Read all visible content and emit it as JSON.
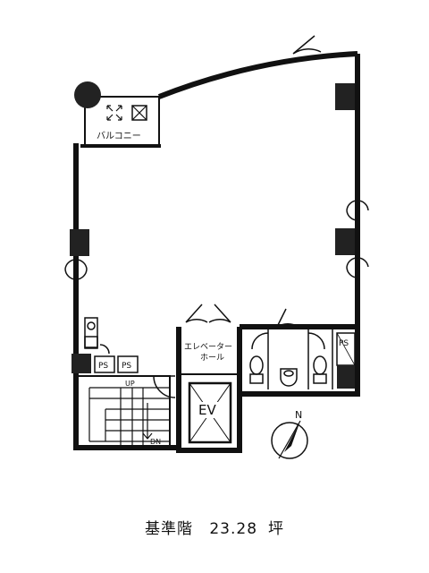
{
  "plan": {
    "labels": {
      "balcony": "バルコニー",
      "elevator_hall_line1": "エレベーター",
      "elevator_hall_line2": "ホール",
      "ev": "EV",
      "ps_left_1": "PS",
      "ps_left_2": "PS",
      "ps_right": "PS",
      "stair_up": "UP",
      "stair_dn": "DN",
      "north": "N"
    }
  },
  "caption": {
    "floor": "基準階",
    "area_value": "23.28",
    "area_unit": "坪"
  }
}
